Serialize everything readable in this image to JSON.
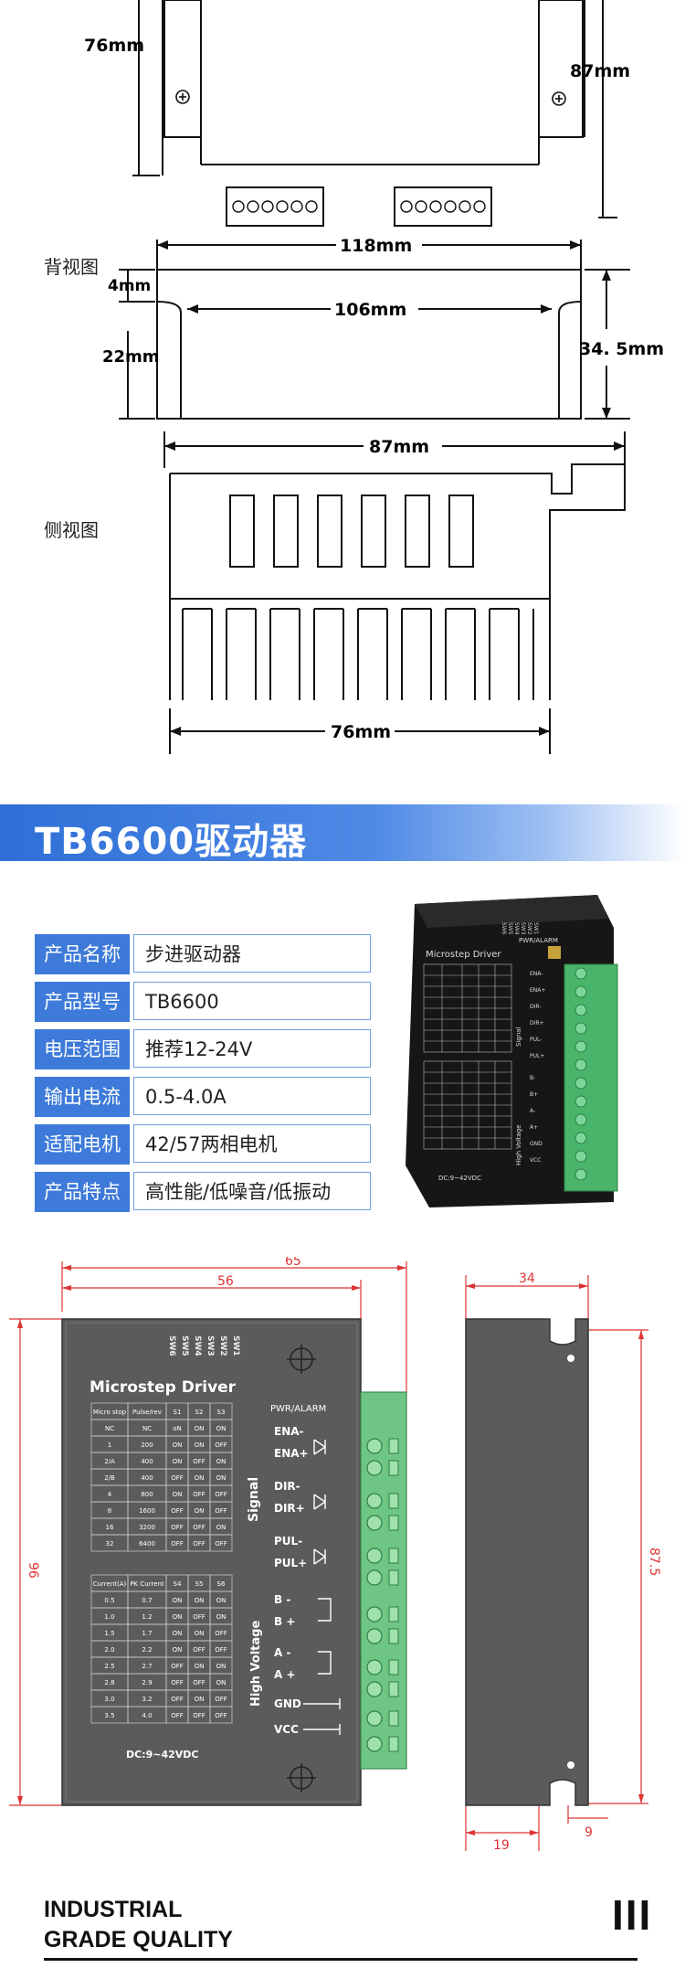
{
  "dims_top": {
    "left_height": "76mm",
    "right_height": "87mm"
  },
  "back_view": {
    "label": "背视图",
    "width_total": "118mm",
    "width_inner": "106mm",
    "top_gap": "4mm",
    "height": "22mm",
    "right_height": "34. 5mm"
  },
  "side_view": {
    "label": "侧视图",
    "width_top": "87mm",
    "width_bottom": "76mm"
  },
  "banner": {
    "title": "TB6600驱动器"
  },
  "specs": [
    {
      "key": "产品名称",
      "value": "步进驱动器"
    },
    {
      "key": "产品型号",
      "value": "TB6600"
    },
    {
      "key": "电压范围",
      "value": "推荐12-24V"
    },
    {
      "key": "输出电流",
      "value": "0.5-4.0A"
    },
    {
      "key": "适配电机",
      "value": "42/57两相电机"
    },
    {
      "key": "产品特点",
      "value": "高性能/低噪音/低振动"
    }
  ],
  "photo": {
    "title": "Microstep Driver",
    "sw_labels": [
      "SW6",
      "SW5",
      "SW4",
      "SW3",
      "SW2",
      "SW1"
    ],
    "pwr": "PWR/ALARM",
    "signal": "Signal",
    "hv": "High Voltage",
    "dc": "DC:9~42VDC",
    "terms": [
      "ENA-",
      "ENA+",
      "DIR-",
      "DIR+",
      "PUL-",
      "PUL+",
      "B-",
      "B+",
      "A-",
      "A+",
      "GND",
      "VCC"
    ]
  },
  "drawing": {
    "width_outer": "65",
    "width_inner": "56",
    "height_left": "96",
    "title": "Microstep Driver",
    "sw_labels": [
      "SW6",
      "SW5",
      "SW4",
      "SW3",
      "SW2",
      "SW1"
    ],
    "pwr": "PWR/ALARM",
    "signal_label": "Signal",
    "hv_label": "High Voltage",
    "dc": "DC:9~42VDC",
    "table1_header": [
      "Micro stop",
      "Pulse/rev",
      "S1",
      "S2",
      "S3"
    ],
    "table1_rows": [
      [
        "NC",
        "NC",
        "oN",
        "ON",
        "ON"
      ],
      [
        "1",
        "200",
        "ON",
        "ON",
        "OFF"
      ],
      [
        "2/A",
        "400",
        "ON",
        "OFF",
        "ON"
      ],
      [
        "2/B",
        "400",
        "OFF",
        "ON",
        "ON"
      ],
      [
        "4",
        "800",
        "ON",
        "OFF",
        "OFF"
      ],
      [
        "8",
        "1600",
        "OFF",
        "ON",
        "OFF"
      ],
      [
        "16",
        "3200",
        "OFF",
        "OFF",
        "ON"
      ],
      [
        "32",
        "6400",
        "OFF",
        "OFF",
        "OFF"
      ]
    ],
    "table2_header": [
      "Current(A)",
      "PK Current",
      "S4",
      "S5",
      "S6"
    ],
    "table2_rows": [
      [
        "0.5",
        "0.7",
        "ON",
        "ON",
        "ON"
      ],
      [
        "1.0",
        "1.2",
        "ON",
        "OFF",
        "ON"
      ],
      [
        "1.5",
        "1.7",
        "ON",
        "ON",
        "OFF"
      ],
      [
        "2.0",
        "2.2",
        "ON",
        "OFF",
        "OFF"
      ],
      [
        "2.5",
        "2.7",
        "OFF",
        "ON",
        "ON"
      ],
      [
        "2.8",
        "2.9",
        "OFF",
        "OFF",
        "ON"
      ],
      [
        "3.0",
        "3.2",
        "OFF",
        "ON",
        "OFF"
      ],
      [
        "3.5",
        "4.0",
        "OFF",
        "OFF",
        "OFF"
      ]
    ],
    "terminals": [
      "ENA-",
      "ENA+",
      "DIR-",
      "DIR+",
      "PUL-",
      "PUL+",
      "B -",
      "B +",
      "A -",
      "A +",
      "GND",
      "VCC"
    ]
  },
  "side_drawing": {
    "width": "34",
    "height": "87.5",
    "bottom_a": "19",
    "bottom_b": "9"
  },
  "footer": {
    "line1": "INDUSTRIAL",
    "line2": "GRADE QUALITY",
    "mark": "III"
  }
}
